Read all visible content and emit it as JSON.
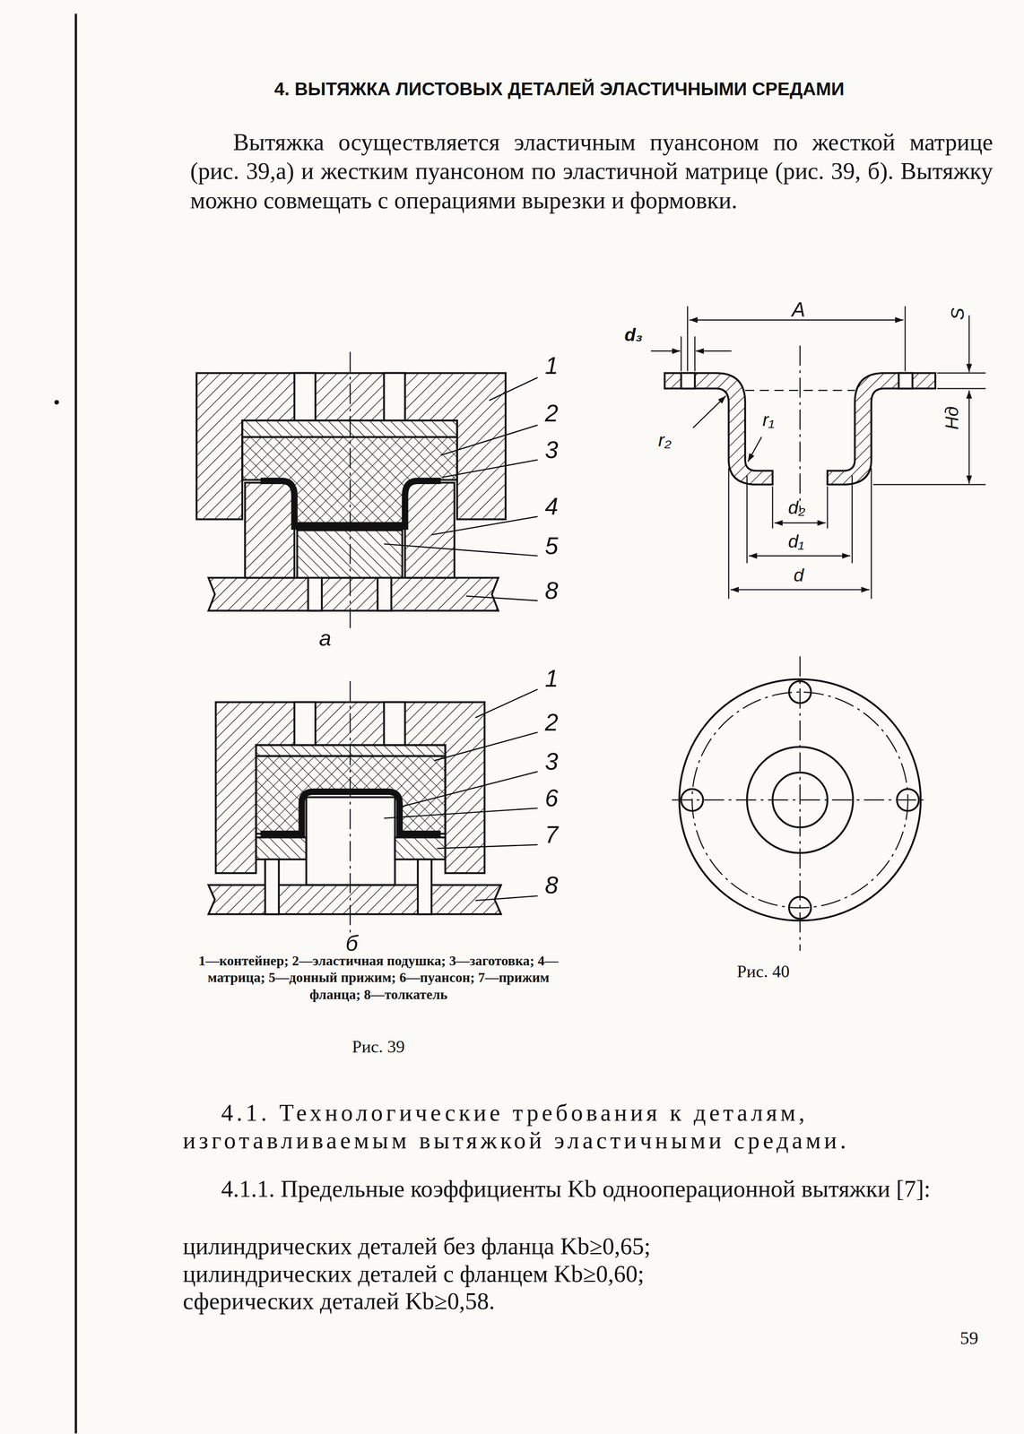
{
  "diagram": {
    "title": "4. ВЫТЯЖКА ЛИСТОВЫХ ДЕТАЛЕЙ ЭЛАСТИЧНЫМИ СРЕДАМИ",
    "labels": [
      "Вытяжка осуществляется эластичным пуансоном по жесткой матрице (рис. 39,а) и жестким пуансоном по эластичной матрице (рис. 39, б). Вытяжку можно совмещать с операциями вырезки и формовки.",
      "1",
      "2",
      "3",
      "4",
      "5",
      "8",
      "а",
      "1",
      "2",
      "3",
      "6",
      "7",
      "8",
      "б",
      "1—контейнер; 2—эластичная подушка; 3—заготовка; 4—матрица; 5—донный прижим; 6—пуансон; 7—прижим фланца; 8—толкатель",
      "Рис. 39",
      "A",
      "d₃",
      "S",
      "r₂",
      "r₁",
      "Hд",
      "d₂",
      "d₁",
      "d",
      "Рис. 40",
      "4.1. Технологические требования к деталям, изготавливаемым вытяжкой эластичными средами.",
      "4.1.1. Предельные коэффициенты Kb однооперационной вытяжки [7]:",
      "цилиндрических деталей без фланца Kb≥0,65;",
      "цилиндрических деталей с фланцем Kb≥0,60;",
      "сферических деталей Kb≥0,58.",
      "59"
    ]
  }
}
